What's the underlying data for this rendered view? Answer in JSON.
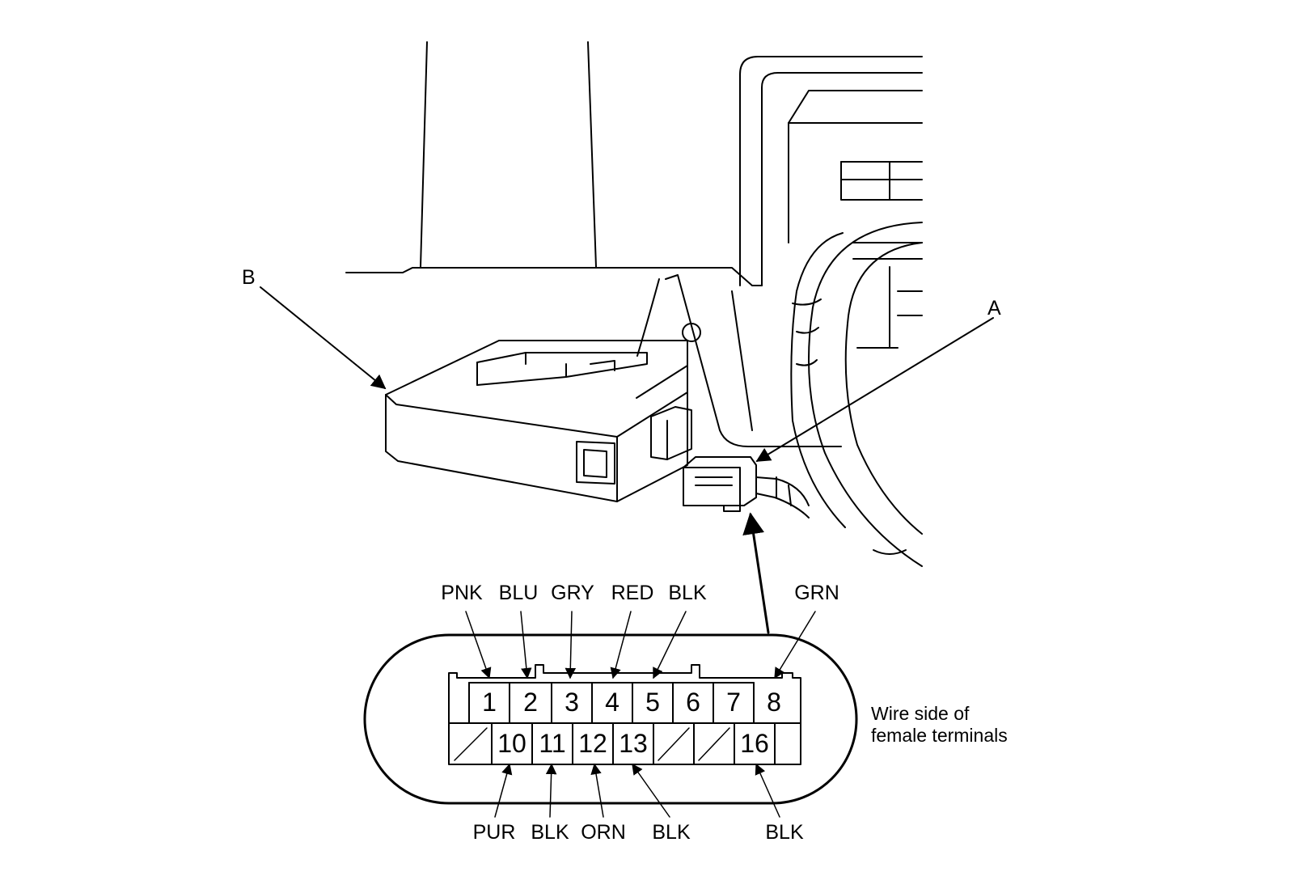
{
  "callouts": {
    "b": "B",
    "a": "A"
  },
  "connector": {
    "top_row": [
      "1",
      "2",
      "3",
      "4",
      "5",
      "6",
      "7",
      "8"
    ],
    "bottom_row": [
      "10",
      "11",
      "12",
      "13",
      "16"
    ],
    "top_wires": [
      "PNK",
      "BLU",
      "GRY",
      "RED",
      "BLK",
      "GRN"
    ],
    "bottom_wires": [
      "PUR",
      "BLK",
      "ORN",
      "BLK",
      "BLK"
    ],
    "note_line1": "Wire side of",
    "note_line2": "female terminals"
  }
}
